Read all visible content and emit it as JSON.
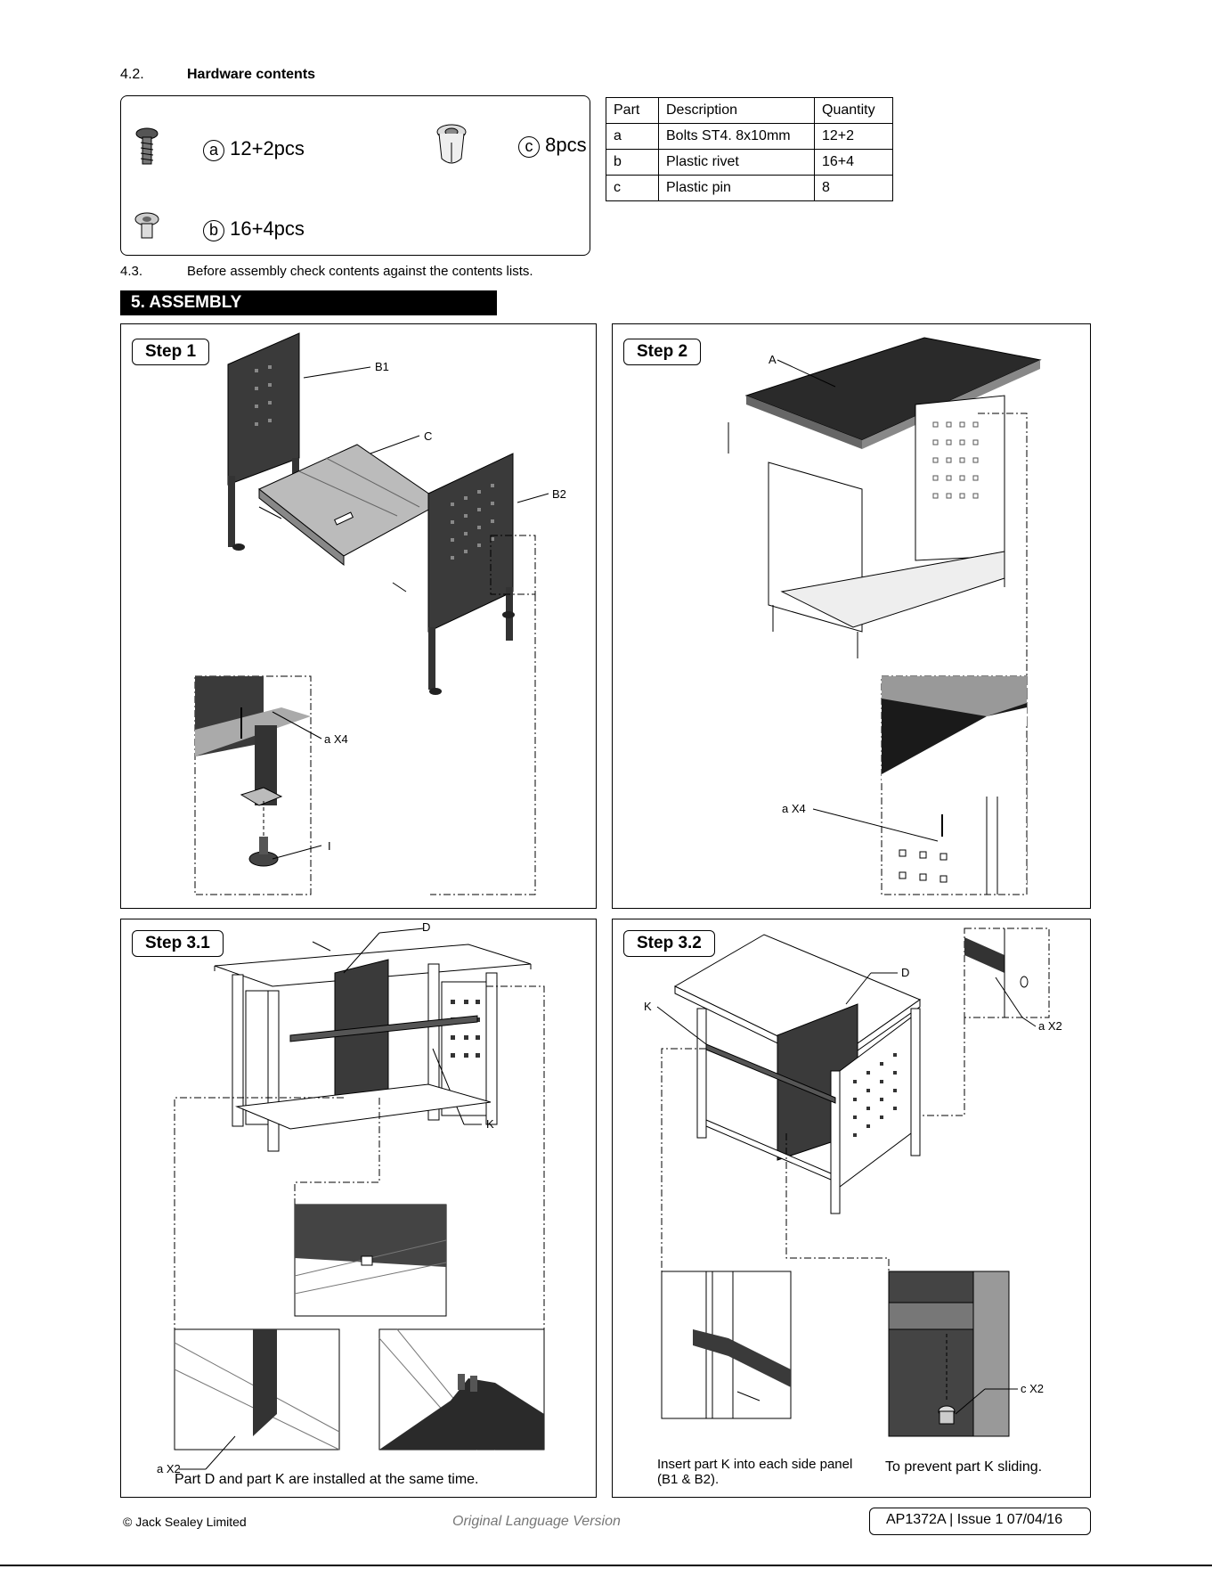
{
  "hardware": {
    "section_num": "4.2.",
    "section_title": "Hardware contents",
    "items": [
      {
        "letter": "a",
        "count": "12+2pcs"
      },
      {
        "letter": "b",
        "count": "16+4pcs"
      },
      {
        "letter": "c",
        "count": "8pcs"
      }
    ]
  },
  "parts_table": {
    "headers": [
      "Part",
      "Description",
      "Quantity"
    ],
    "rows": [
      [
        "a",
        "Bolts ST4. 8x10mm",
        "12+2"
      ],
      [
        "b",
        "Plastic rivet",
        "16+4"
      ],
      [
        "c",
        "Plastic pin",
        "8"
      ]
    ]
  },
  "check": {
    "section_num": "4.3.",
    "text": "Before assembly check contents against the contents lists."
  },
  "assembly": {
    "title": "5.   ASSEMBLY"
  },
  "steps": {
    "step1": {
      "label": "Step 1",
      "callouts": {
        "b1": "B1",
        "c": "C",
        "b2": "B2",
        "ax4": "a X4",
        "i": "I"
      }
    },
    "step2": {
      "label": "Step 2",
      "callouts": {
        "a": "A",
        "ax4": "a X4"
      }
    },
    "step31": {
      "label": "Step 3.1",
      "callouts": {
        "d": "D",
        "k": "K",
        "ax2": "a X2"
      },
      "caption": "Part D and part K are installed at the same time."
    },
    "step32": {
      "label": "Step 3.2",
      "callouts": {
        "d": "D",
        "k": "K",
        "ax2": "a X2",
        "cx2": "c X2"
      },
      "caption_left_1": "Insert part K into each side panel",
      "caption_left_2": "(B1 & B2).",
      "caption_right": "To prevent part K sliding."
    }
  },
  "footer": {
    "left": "© Jack Sealey Limited",
    "middle": "Original Language Version",
    "right": "AP1372A | Issue 1 07/04/16"
  }
}
